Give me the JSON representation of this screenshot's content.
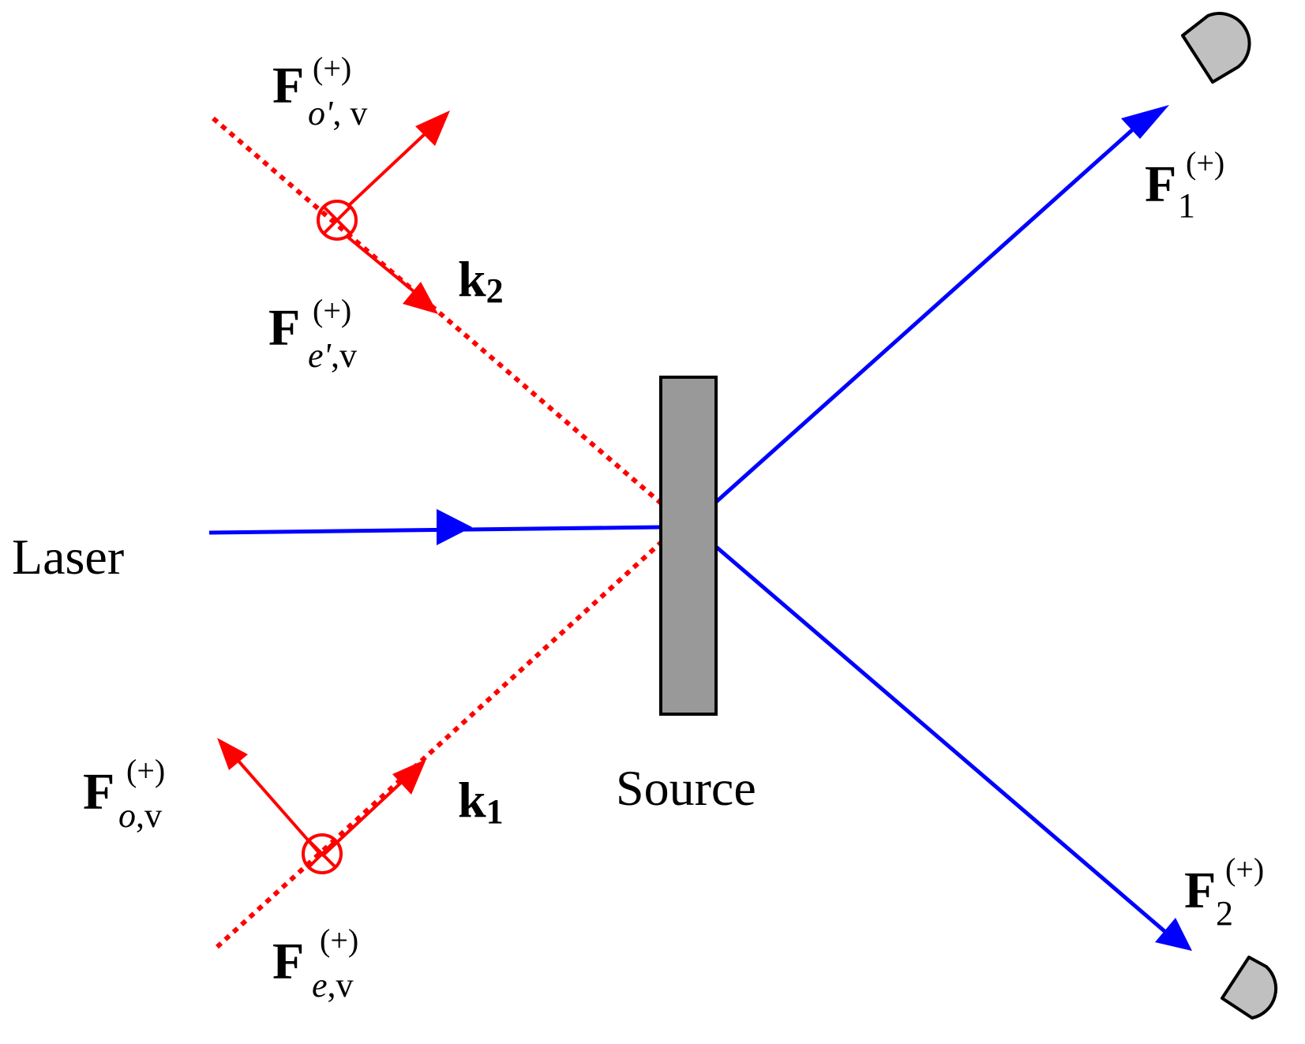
{
  "labels": {
    "laser": "Laser",
    "source": "Source",
    "k1": {
      "base": "k",
      "sub": "1"
    },
    "k2": {
      "base": "k",
      "sub": "2"
    }
  },
  "fields": {
    "f_o_prime_v": {
      "base": "F",
      "sub_var": "o'",
      "sub_rest": ", v",
      "sup": "(+)"
    },
    "f_e_prime_v": {
      "base": "F",
      "sub_var": "e'",
      "sub_rest": ",v",
      "sup": "(+)"
    },
    "f_o_v": {
      "base": "F",
      "sub_var": "o",
      "sub_rest": ",v",
      "sup": "(+)"
    },
    "f_e_v": {
      "base": "F",
      "sub_var": "e",
      "sub_rest": ",v",
      "sup": "(+)"
    },
    "f_1": {
      "base": "F",
      "sub": "1",
      "sup": "(+)"
    },
    "f_2": {
      "base": "F",
      "sub": "2",
      "sup": "(+)"
    }
  },
  "colors": {
    "pump_beam": "#0000ff",
    "output_beams": "#0000ff",
    "vacuum_fields": "#ff0000",
    "crystal_fill": "#999999",
    "detector_fill": "#c0c0c0",
    "outline": "#000000"
  },
  "icons": {
    "crystal": "gray-rectangle",
    "detectors": "detector-shape",
    "polarization_into_page": "circled-x"
  }
}
